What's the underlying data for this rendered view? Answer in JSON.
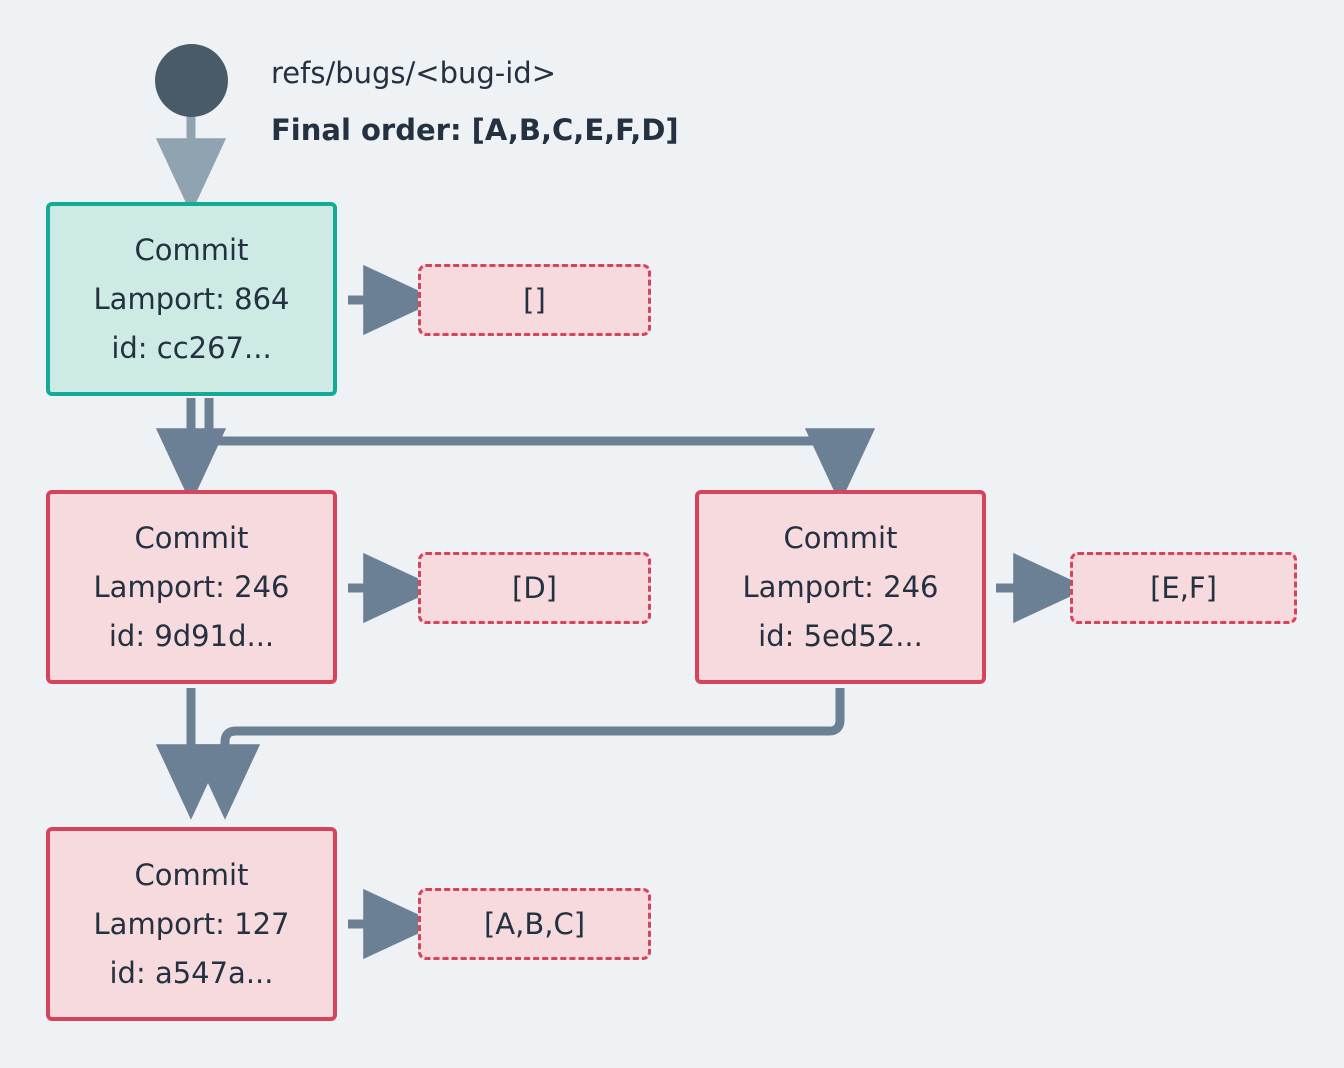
{
  "background_color": "#eff2f5",
  "header": {
    "ref_label": "refs/bugs/<bug-id>",
    "final_order_label": "Final order: [A,B,C,E,F,D]",
    "start_node_color": "#4a5b68"
  },
  "colors": {
    "head_commit_border": "#13ab96",
    "head_commit_fill": "#cdeae5",
    "commit_border": "#d6445c",
    "commit_fill": "#f7dade",
    "payload_border": "#d6445c",
    "payload_fill": "#f7dade",
    "edge": "#6b8095",
    "start_edge": "#8fa3b0",
    "text": "#233140"
  },
  "nodes": {
    "commit_head": {
      "title": "Commit",
      "lamport": "Lamport: 864",
      "id": "id: cc267..."
    },
    "commit_left_mid": {
      "title": "Commit",
      "lamport": "Lamport: 246",
      "id": "id: 9d91d..."
    },
    "commit_right_mid": {
      "title": "Commit",
      "lamport": "Lamport: 246",
      "id": "id: 5ed52..."
    },
    "commit_bottom": {
      "title": "Commit",
      "lamport": "Lamport: 127",
      "id": "id: a547a..."
    }
  },
  "payloads": {
    "head": "[]",
    "left_mid": "[D]",
    "right_mid": "[E,F]",
    "bottom": "[A,B,C]"
  }
}
